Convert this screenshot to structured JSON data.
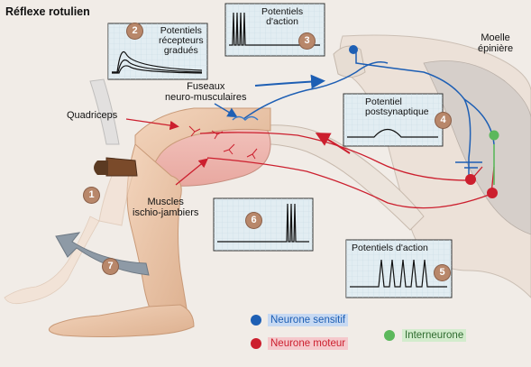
{
  "title": "Réflexe rotulien",
  "labels": {
    "moelle": "Moelle\népinière",
    "fuseaux": "Fuseaux\nneuro-musculaires",
    "quadriceps": "Quadriceps",
    "ischio": "Muscles\nischio-jambiers"
  },
  "panels": {
    "p2": {
      "number": "2",
      "title": "Potentiels\nrécepteurs\ngradués"
    },
    "p3": {
      "number": "3",
      "title": "Potentiels\nd'action"
    },
    "p4": {
      "number": "4",
      "title": "Potentiel\npostsynaptique"
    },
    "p5": {
      "number": "5",
      "title": "Potentiels d'action"
    },
    "p6": {
      "number": "6",
      "title": ""
    }
  },
  "steps": {
    "s1": "1",
    "s7": "7"
  },
  "legend": {
    "sensory": {
      "label": "Neurone sensitif",
      "color": "#1e5fb4",
      "bg": "#c7d9f2"
    },
    "motor": {
      "label": "Neurone moteur",
      "color": "#cc1f2e",
      "bg": "#f5c9cc"
    },
    "inter": {
      "label": "Interneurone",
      "color": "#5cb85c",
      "bg": "#d3eccd"
    }
  },
  "colors": {
    "background": "#f1ece7",
    "panel_bg": "#e2edf2",
    "grid": "#c9dbe3",
    "badge": "#b8876a"
  }
}
